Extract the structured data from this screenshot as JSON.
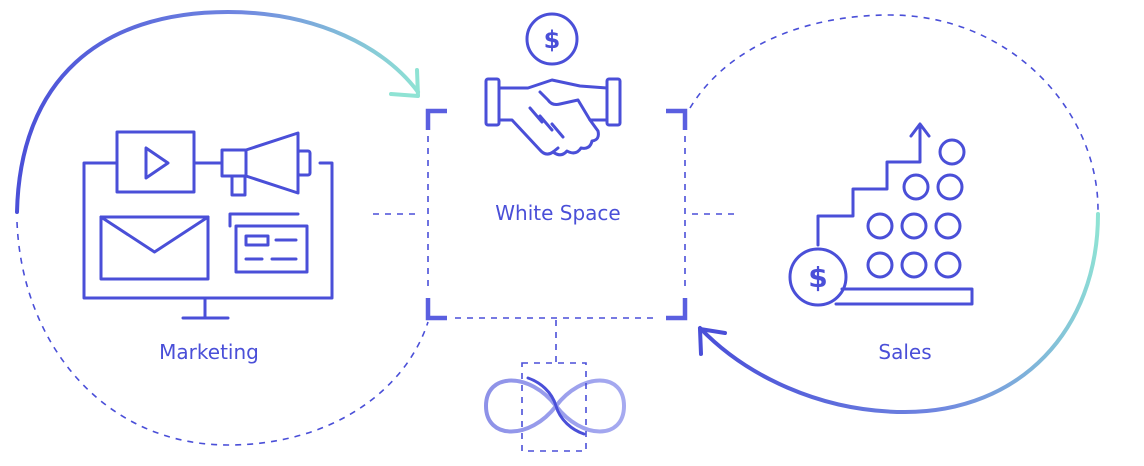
{
  "labels": {
    "marketing": "Marketing",
    "white_space": "White Space",
    "sales": "Sales"
  },
  "glyphs": {
    "dollar": "$"
  },
  "colors": {
    "primary": "#4a4fd8",
    "accent_teal": "#8fe3d4",
    "background": "#ffffff"
  },
  "icons": [
    "video-play-icon",
    "megaphone-icon",
    "email-envelope-icon",
    "ad-card-icon",
    "monitor-icon",
    "dollar-coin-icon",
    "handshake-icon",
    "growth-stairs-coins-icon",
    "infinity-loop-icon"
  ]
}
